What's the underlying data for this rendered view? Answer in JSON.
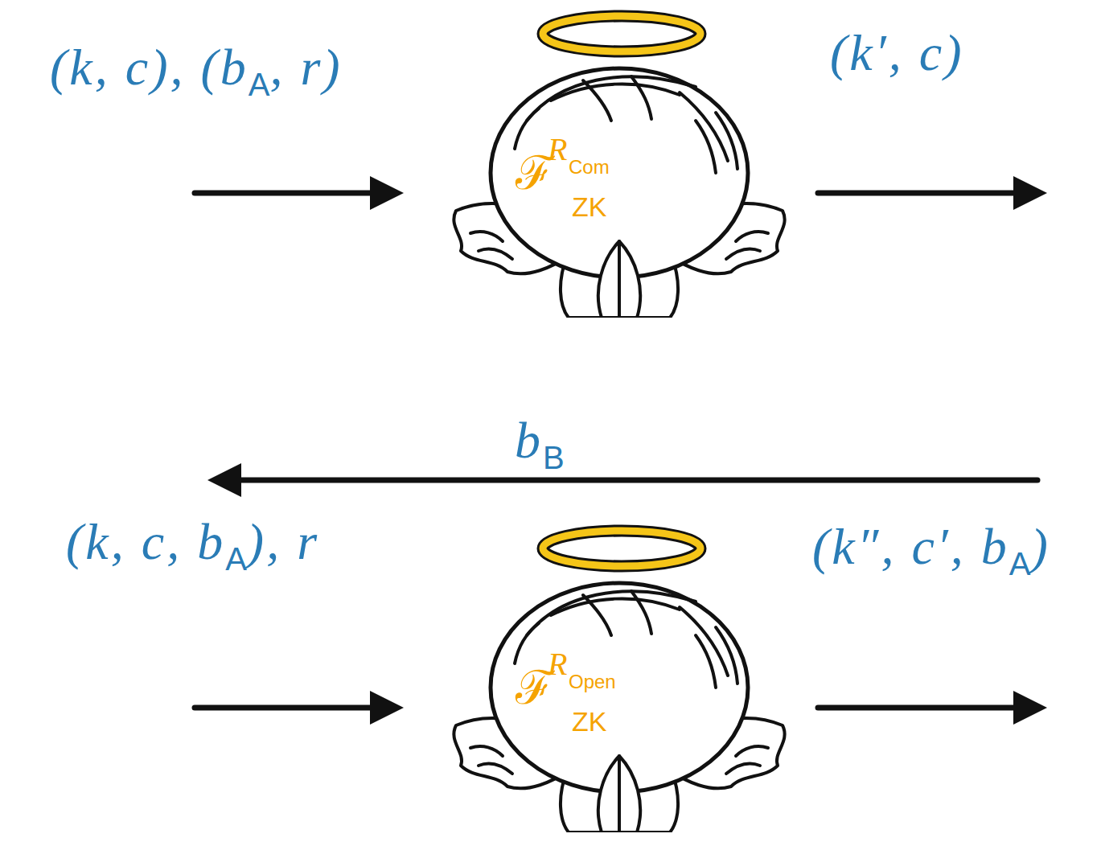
{
  "diagram": {
    "nodes": [
      {
        "text": [
          "ℱ",
          "R",
          "Com",
          "ZK"
        ]
      },
      {
        "text": [
          "ℱ",
          "R",
          "Open",
          "ZK"
        ]
      }
    ],
    "labels": [
      "(k, c), (b",
      "A",
      ", r)",
      "(k′, c)",
      "b",
      "B",
      "(k, c, b",
      "A",
      "), r",
      "(k″, c′, b",
      "A",
      ")"
    ]
  }
}
